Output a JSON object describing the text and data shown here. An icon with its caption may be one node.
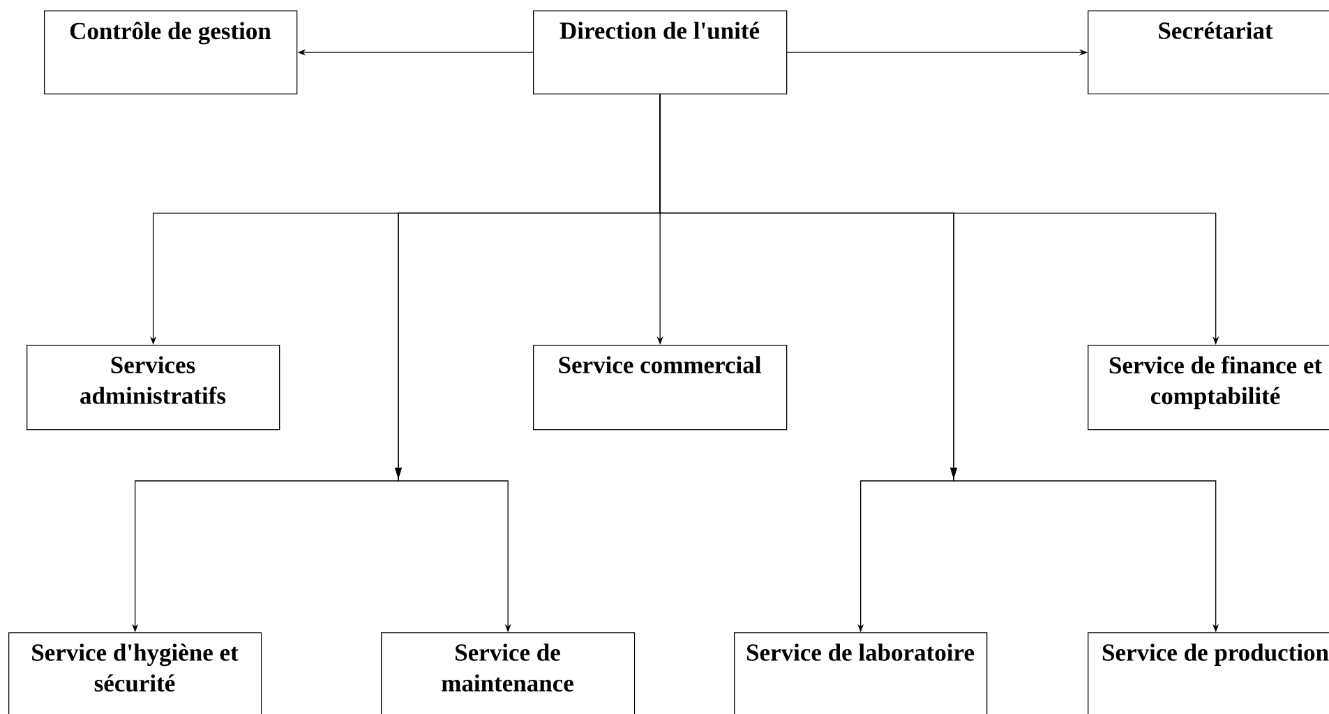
{
  "diagram": {
    "nodes": [
      {
        "text": [
          "Contrôle de gestion"
        ]
      },
      {
        "text": [
          "Direction de l'unité"
        ]
      },
      {
        "text": [
          "Secrétariat"
        ]
      },
      {
        "text": [
          "Services administratifs"
        ]
      },
      {
        "text": [
          "Service commercial"
        ]
      },
      {
        "text": [
          "Service de finance et comptabilité"
        ]
      },
      {
        "text": [
          "Service d'hygiène et sécurité"
        ]
      },
      {
        "text": [
          "Service de maintenance"
        ]
      },
      {
        "text": [
          "Service de laboratoire"
        ]
      },
      {
        "text": [
          "Service de production"
        ]
      }
    ],
    "edges": [
      {
        "from": 1,
        "to": 0,
        "arrow": "to"
      },
      {
        "from": 1,
        "to": 2,
        "arrow": "to"
      },
      {
        "from": 1,
        "to": 3,
        "arrow": "to"
      },
      {
        "from": 1,
        "to": 4,
        "arrow": "to"
      },
      {
        "from": 1,
        "to": 5,
        "arrow": "to"
      },
      {
        "from": 1,
        "to": 6,
        "arrow": "to"
      },
      {
        "from": 1,
        "to": 7,
        "arrow": "to"
      },
      {
        "from": 1,
        "to": 8,
        "arrow": "to"
      },
      {
        "from": 1,
        "to": 9,
        "arrow": "to"
      }
    ]
  }
}
